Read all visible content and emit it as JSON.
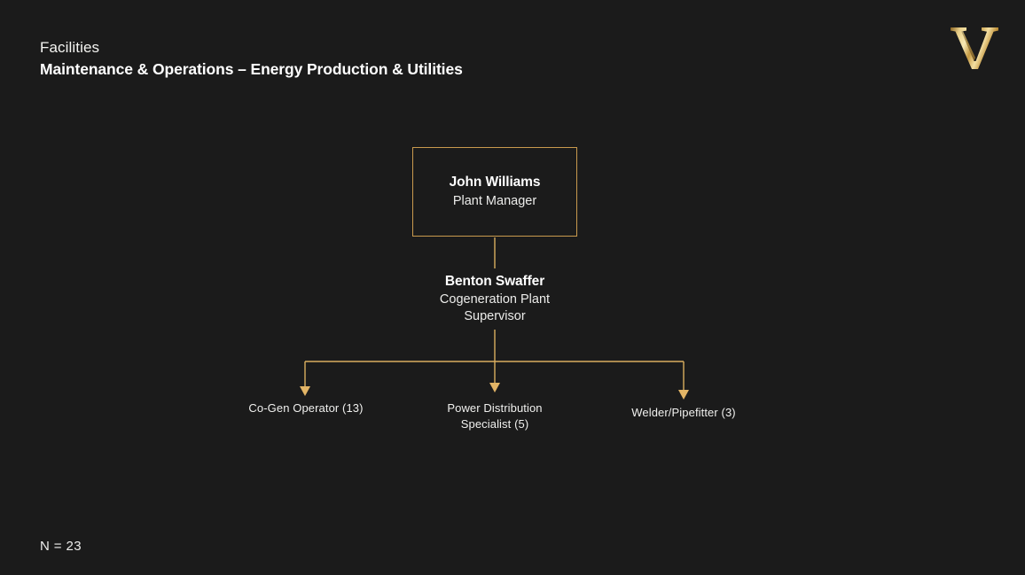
{
  "header": {
    "eyebrow": "Facilities",
    "title": "Maintenance & Operations – Energy Production & Utilities"
  },
  "logo": {
    "name": "vanderbilt-v-logo",
    "letter": "V",
    "gradient_light": "#F7E3A8",
    "gradient_mid": "#D4A94F",
    "gradient_dark": "#8A6321"
  },
  "colors": {
    "background": "#1B1B1B",
    "accent_gold": "#C99A4E",
    "connector": "#D9AE5F",
    "text_primary": "#FFFFFF",
    "text_secondary": "#ECECEA"
  },
  "chart_data": {
    "type": "org-chart",
    "title": "Maintenance & Operations – Energy Production & Utilities",
    "total_label": "N = 23",
    "total": 23,
    "nodes": [
      {
        "id": "plant-manager",
        "name": "John Williams",
        "role": "Plant Manager",
        "level": 0,
        "boxed": true
      },
      {
        "id": "cogen-supervisor",
        "name": "Benton Swaffer",
        "role": "Cogeneration Plant Supervisor",
        "role_line1": "Cogeneration Plant",
        "role_line2": "Supervisor",
        "level": 1,
        "boxed": false,
        "parent": "plant-manager"
      }
    ],
    "leaves": [
      {
        "id": "co-gen-operator",
        "label": "Co-Gen Operator (13)",
        "count": 13,
        "parent": "cogen-supervisor"
      },
      {
        "id": "power-distribution-specialist",
        "label": "Power Distribution Specialist (5)",
        "line1": "Power Distribution",
        "line2": "Specialist (5)",
        "count": 5,
        "parent": "cogen-supervisor"
      },
      {
        "id": "welder-pipefitter",
        "label": "Welder/Pipefitter (3)",
        "count": 3,
        "parent": "cogen-supervisor"
      }
    ]
  },
  "footer": {
    "total_label": "N = 23"
  }
}
